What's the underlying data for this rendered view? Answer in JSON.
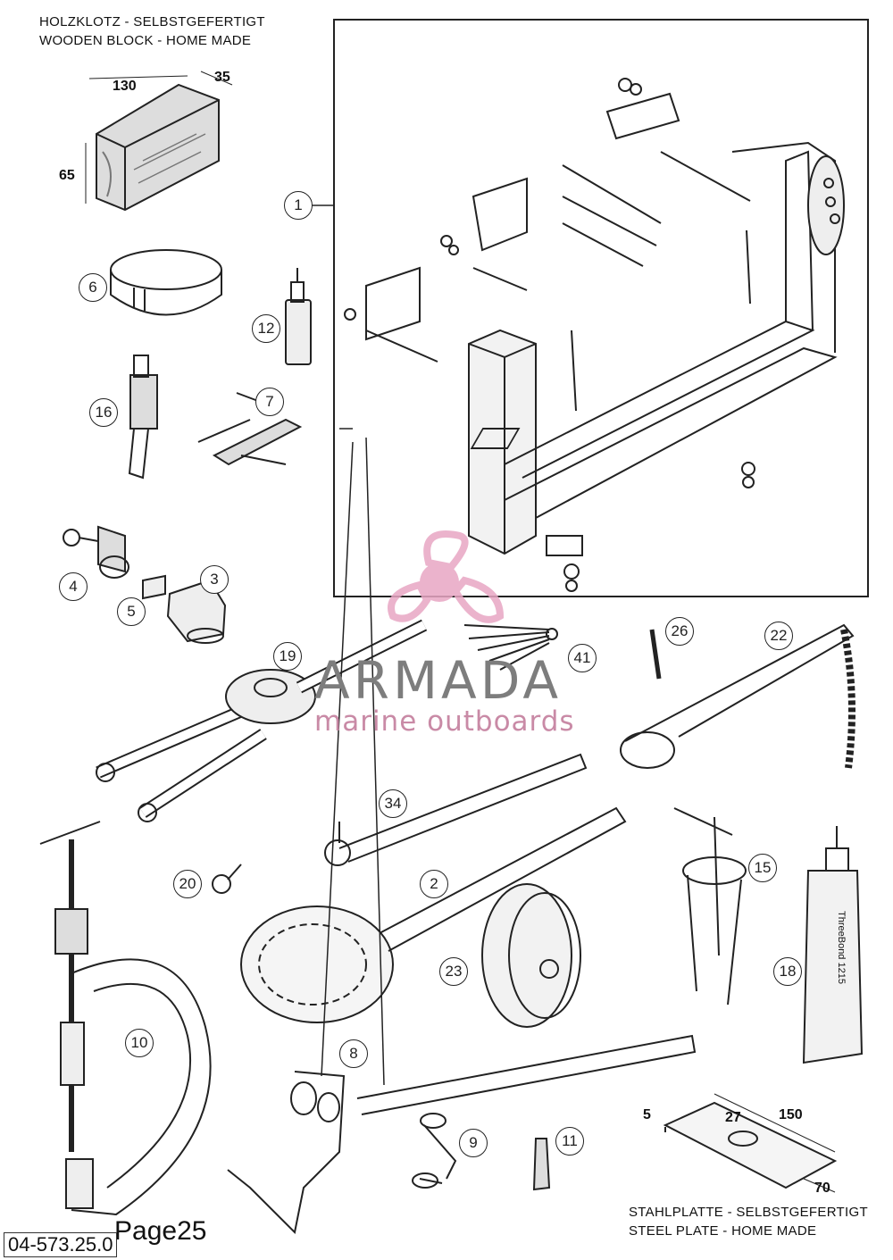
{
  "wooden_block": {
    "caption_de": "HOLZKLOTZ - SELBSTGEFERTIGT",
    "caption_en": "WOODEN BLOCK - HOME MADE",
    "dim_length": "130",
    "dim_depth": "35",
    "dim_height": "65"
  },
  "steel_plate": {
    "caption_de": "STAHLPLATTE - SELBSTGEFERTIGT",
    "caption_en": "STEEL PLATE - HOME MADE",
    "dim_thickness": "5",
    "dim_hole": "27",
    "dim_length": "150",
    "dim_width": "70"
  },
  "watermark": {
    "brand": "ARMADA",
    "tagline": "marine outboards",
    "logo_color": "#e8a6c4",
    "text_color": "#7d7d7d"
  },
  "footer": {
    "part_code": "04-573.25.0",
    "page_label": "Page25"
  },
  "callouts": [
    {
      "id": "c1",
      "num": "1"
    },
    {
      "id": "c6",
      "num": "6"
    },
    {
      "id": "c12",
      "num": "12"
    },
    {
      "id": "c16",
      "num": "16"
    },
    {
      "id": "c7",
      "num": "7"
    },
    {
      "id": "c4",
      "num": "4"
    },
    {
      "id": "c5",
      "num": "5"
    },
    {
      "id": "c3",
      "num": "3"
    },
    {
      "id": "c19",
      "num": "19"
    },
    {
      "id": "c41",
      "num": "41"
    },
    {
      "id": "c26",
      "num": "26"
    },
    {
      "id": "c22",
      "num": "22"
    },
    {
      "id": "c34",
      "num": "34"
    },
    {
      "id": "c20",
      "num": "20"
    },
    {
      "id": "c2",
      "num": "2"
    },
    {
      "id": "c15",
      "num": "15"
    },
    {
      "id": "c23",
      "num": "23"
    },
    {
      "id": "c18",
      "num": "18"
    },
    {
      "id": "c10",
      "num": "10"
    },
    {
      "id": "c8",
      "num": "8"
    },
    {
      "id": "c9",
      "num": "9"
    },
    {
      "id": "c11",
      "num": "11"
    }
  ],
  "tube_label": "ThreeBond 1215"
}
